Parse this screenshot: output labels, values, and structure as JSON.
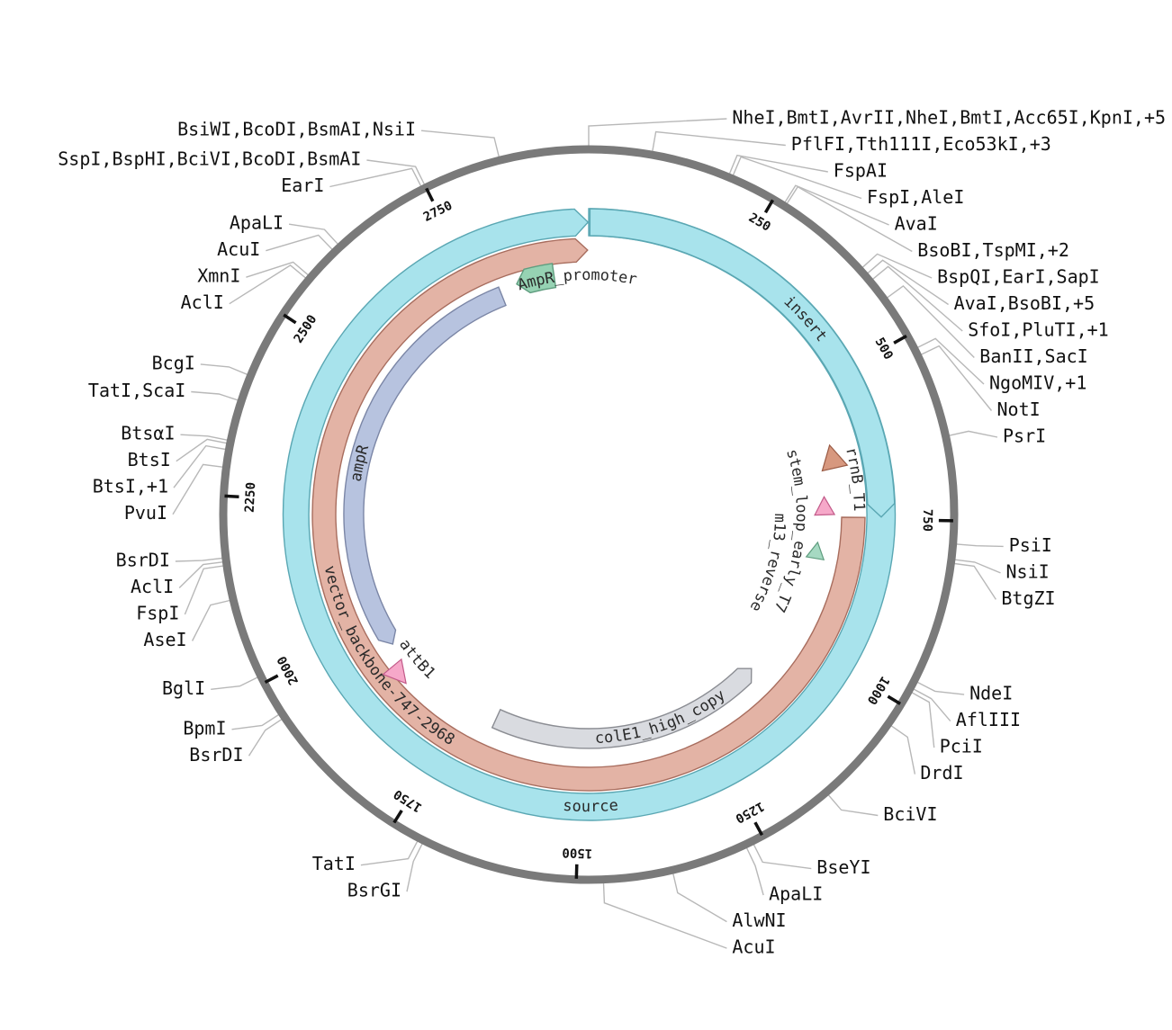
{
  "plasmid": {
    "length": 2968
  },
  "colors": {
    "backbone_ring": "#7a7a7a",
    "source": "#a8e3ec",
    "source_stroke": "#5aa7b3",
    "insert": "#a8e3ec",
    "vector_backbone": "#e3b3a5",
    "vector_stroke": "#a86d5e",
    "ampR": "#b7c3df",
    "ampR_stroke": "#7b86a6",
    "promoter": "#96d2b3",
    "promoter_stroke": "#5f9d7f",
    "colE1": "#d9dbe0",
    "colE1_stroke": "#8b8d93",
    "pink": "#f6a8c9",
    "pink_stroke": "#c25a89",
    "rrnB": "#d7987f",
    "rrnB_stroke": "#9a5b45",
    "m13": "#a6d9c2",
    "leader": "#b8b8b8",
    "tick": "#111111"
  },
  "ticks": [
    "250",
    "500",
    "750",
    "1000",
    "1250",
    "1500",
    "1750",
    "2000",
    "2250",
    "2500",
    "2750"
  ],
  "features": {
    "source": "source",
    "insert": "insert",
    "vector_backbone": "vector_backbone-747-2968",
    "AmpR_promoter": "AmpR_promoter",
    "ampR": "ampR",
    "attB1": "attB1",
    "colE1": "colE1_high_copy",
    "stem_loop": "stem_loop_early_T7",
    "m13_reverse": "m13_reverse",
    "rrnB_T1": "rrnB_T1"
  },
  "enzymes": [
    {
      "label": "NheI,BmtI,AvrII,NheI,BmtI,Acc65I,KpnI,+5",
      "pos": 0
    },
    {
      "label": "PflFI,Tth111I,Eco53kI,+3",
      "pos": 82
    },
    {
      "label": "FspAI",
      "pos": 185
    },
    {
      "label": "FspI,AleI",
      "pos": 190
    },
    {
      "label": "AvaI",
      "pos": 265
    },
    {
      "label": "BsoBI,TspMI,+2",
      "pos": 268
    },
    {
      "label": "BspQI,EarI,SapI",
      "pos": 395
    },
    {
      "label": "AvaI,BsoBI,+5",
      "pos": 405
    },
    {
      "label": "SfoI,PluTI,+1",
      "pos": 415
    },
    {
      "label": "BanII,SacI",
      "pos": 445
    },
    {
      "label": "NgoMIV,+1",
      "pos": 520
    },
    {
      "label": "NotI",
      "pos": 530
    },
    {
      "label": "PsrI",
      "pos": 640
    },
    {
      "label": "PsiI",
      "pos": 780
    },
    {
      "label": "NsiI",
      "pos": 800
    },
    {
      "label": "BtgZI",
      "pos": 805
    },
    {
      "label": "NdeI",
      "pos": 965
    },
    {
      "label": "AflIII",
      "pos": 975
    },
    {
      "label": "PciI",
      "pos": 980
    },
    {
      "label": "DrdI",
      "pos": 1030
    },
    {
      "label": "BciVI",
      "pos": 1150
    },
    {
      "label": "BseYI",
      "pos": 1265
    },
    {
      "label": "ApaLI",
      "pos": 1275
    },
    {
      "label": "AlwNI",
      "pos": 1375
    },
    {
      "label": "AcuI",
      "pos": 1465
    },
    {
      "label": "BsrGI",
      "pos": 1705
    },
    {
      "label": "TatI",
      "pos": 1712
    },
    {
      "label": "BsrDI",
      "pos": 1948
    },
    {
      "label": "BpmI",
      "pos": 1955
    },
    {
      "label": "BglI",
      "pos": 2010
    },
    {
      "label": "AseI",
      "pos": 2115
    },
    {
      "label": "FspI",
      "pos": 2160
    },
    {
      "label": "AclI",
      "pos": 2165
    },
    {
      "label": "BsrDI",
      "pos": 2170
    },
    {
      "label": "PvuI",
      "pos": 2287
    },
    {
      "label": "BtsI,+1",
      "pos": 2310
    },
    {
      "label": "BtsI",
      "pos": 2318
    },
    {
      "label": "BtsαI",
      "pos": 2322
    },
    {
      "label": "TatI,ScaI",
      "pos": 2375
    },
    {
      "label": "BcgI",
      "pos": 2410
    },
    {
      "label": "AclI",
      "pos": 2555
    },
    {
      "label": "XmnI",
      "pos": 2560
    },
    {
      "label": "AcuI",
      "pos": 2605
    },
    {
      "label": "ApaLI",
      "pos": 2615
    },
    {
      "label": "EarI",
      "pos": 2745
    },
    {
      "label": "SspI,BspHI,BciVI,BcoDI,BsmAI",
      "pos": 2750
    },
    {
      "label": "BsiWI,BcoDI,BsmAI,NsiI",
      "pos": 2852
    }
  ]
}
